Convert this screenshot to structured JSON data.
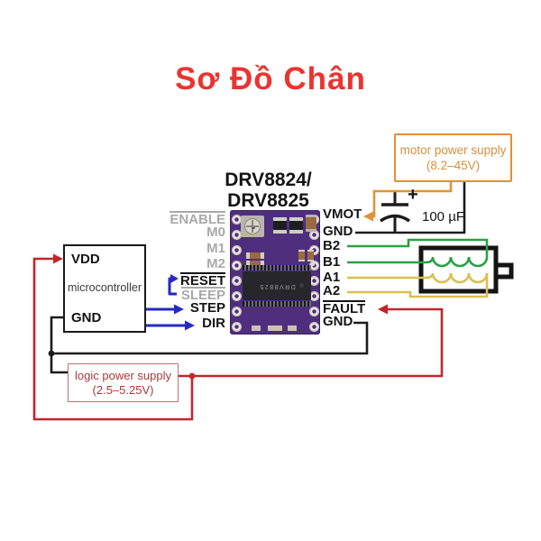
{
  "title": "Sơ Đồ Chân",
  "chip_title": {
    "line1": "DRV8824/",
    "line2": "DRV8825"
  },
  "board": {
    "chip_marking": "DRV8825"
  },
  "pins": {
    "left": [
      {
        "label": "ENABLE"
      },
      {
        "label": "M0"
      },
      {
        "label": "M1"
      },
      {
        "label": "M2"
      },
      {
        "label": "RESET"
      },
      {
        "label": "SLEEP"
      },
      {
        "label": "STEP"
      },
      {
        "label": "DIR"
      }
    ],
    "right": [
      {
        "label": "VMOT"
      },
      {
        "label": "GND"
      },
      {
        "label": "B2"
      },
      {
        "label": "B1"
      },
      {
        "label": "A1"
      },
      {
        "label": "A2"
      },
      {
        "label": "FAULT"
      },
      {
        "label": "GND"
      }
    ]
  },
  "microcontroller": {
    "label": "microcontroller",
    "vdd": "VDD",
    "gnd": "GND"
  },
  "motor_supply": {
    "line1": "motor power supply",
    "line2": "(8.2–45V)"
  },
  "logic_supply": {
    "line1": "logic power supply",
    "line2": "(2.5–5.25V)"
  },
  "capacitor": {
    "plus": "+",
    "label": "100 µF"
  },
  "colors": {
    "title": "#ea3430",
    "motor_supply_accent": "#e09035",
    "logic_supply_accent": "#a83a3a",
    "motor_power_wire": "#e0923a",
    "coil_b_wire": "#2aa145",
    "coil_a_wire": "#d9c052",
    "logic_power_wire": "#c3262b",
    "signal_wire": "#2629c3",
    "ground_wire": "#1c1c1c",
    "board_purple": "#4f2f7d"
  }
}
